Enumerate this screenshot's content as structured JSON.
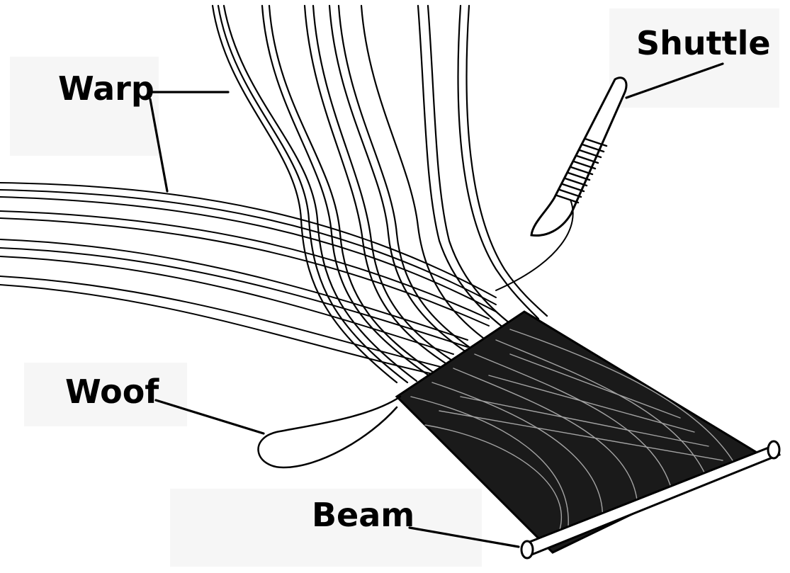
{
  "labels": {
    "warp": "Warp",
    "shuttle": "Shuttle",
    "woof": "Woof",
    "beam": "Beam"
  },
  "colors": {
    "ink": "#000000",
    "paper": "#ffffff",
    "label_bg": "#f6f6f6"
  }
}
